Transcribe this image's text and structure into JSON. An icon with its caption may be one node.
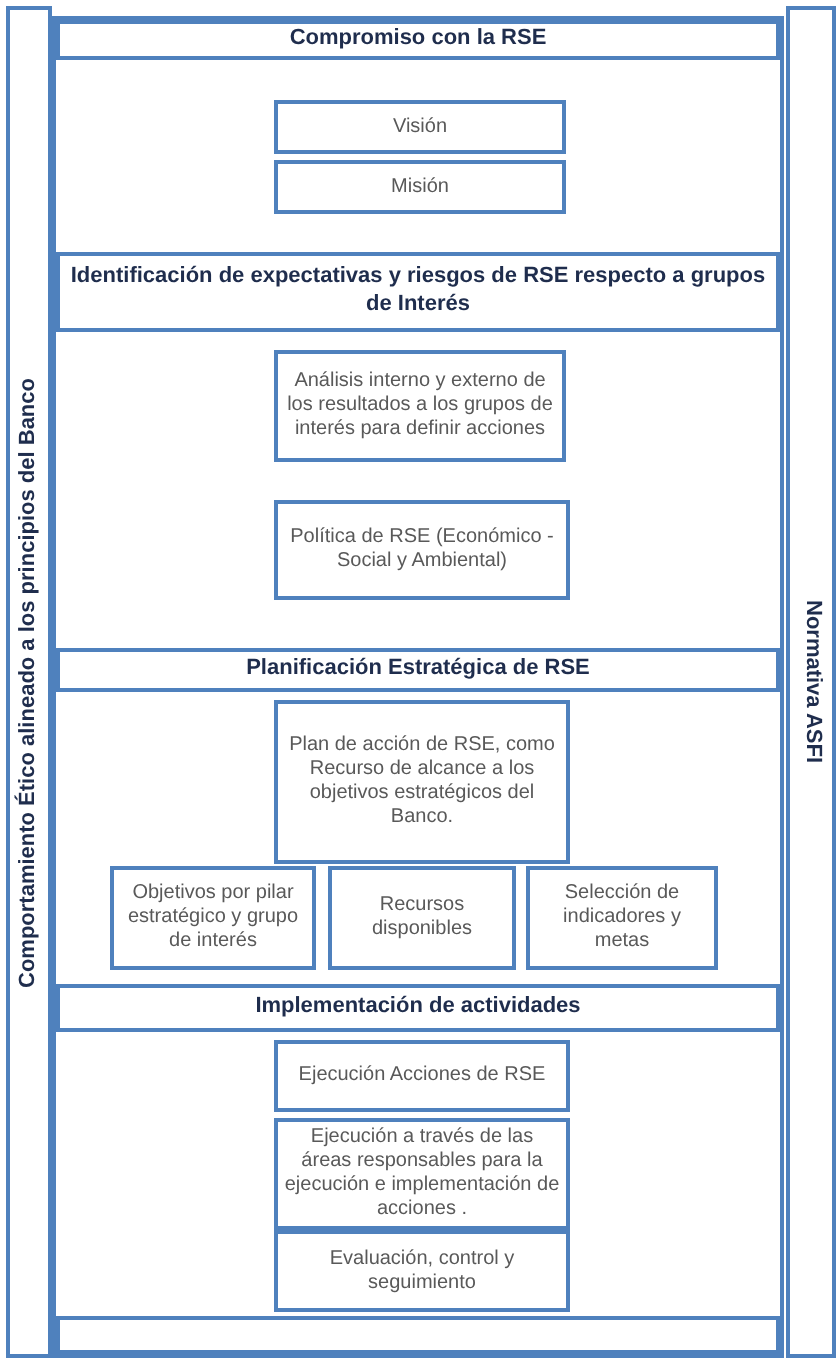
{
  "diagram": {
    "nodes": [
      {
        "text": [
          "Comportamiento Ético alineado  a los principios del Banco"
        ]
      },
      {
        "text": [],
        "shape": "box"
      },
      {
        "text": [
          "Compromiso con la RSE"
        ],
        "in": 1
      },
      {
        "text": [
          "Visión"
        ],
        "in": 1
      },
      {
        "text": [
          "Misión"
        ],
        "in": 1
      },
      {
        "text": [
          "Identificación de expectativas y riesgos de RSE respecto a grupos de Interés"
        ],
        "in": 1
      },
      {
        "text": [
          "Análisis interno y externo de los resultados a los grupos de interés para definir acciones"
        ],
        "in": 1
      },
      {
        "text": [
          "Política de RSE (Económico -  Social y Ambiental)"
        ],
        "in": 1
      },
      {
        "text": [
          "Planificación Estratégica  de RSE"
        ],
        "in": 1
      },
      {
        "text": [
          "Plan de acción de RSE, como Recurso de alcance a los objetivos estratégicos del Banco."
        ],
        "in": 1
      },
      {
        "text": [
          "Objetivos  por pilar estratégico y grupo de interés"
        ],
        "in": 1
      },
      {
        "text": [
          "Recursos disponibles"
        ],
        "in": 1
      },
      {
        "text": [
          "Selección de indicadores y metas"
        ],
        "in": 1
      },
      {
        "text": [
          "Implementación de actividades"
        ],
        "in": 1
      },
      {
        "text": [
          "Ejecución Acciones de RSE"
        ],
        "in": 1
      },
      {
        "text": [
          "Ejecución a través de las áreas responsables para la ejecución e implementación de acciones ."
        ],
        "in": 1
      },
      {
        "text": [
          "Evaluación, control y seguimiento"
        ],
        "in": 1
      },
      {
        "text": [],
        "shape": "box",
        "in": 1
      },
      {
        "text": [
          "Normativa ASFI"
        ]
      }
    ]
  }
}
